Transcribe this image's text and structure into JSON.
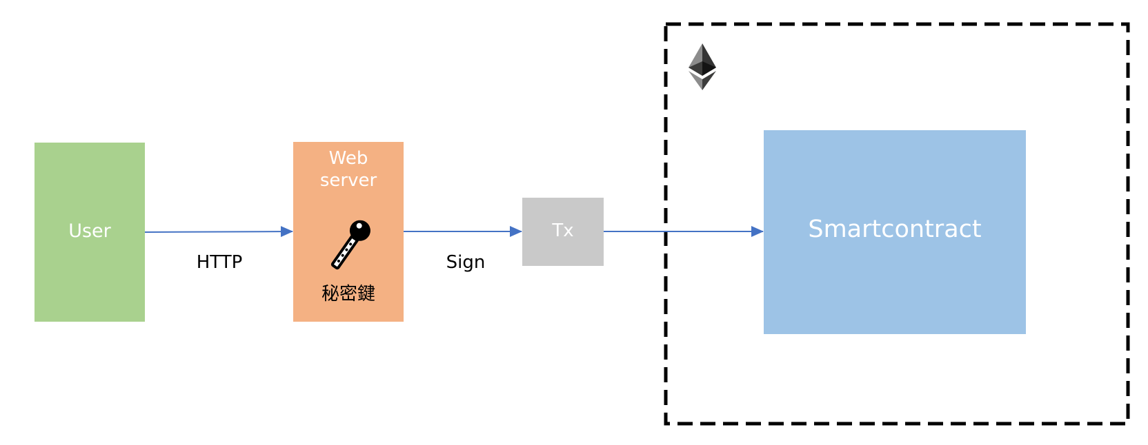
{
  "nodes": {
    "user": {
      "label": "User",
      "color": "#a9d18e"
    },
    "web_server": {
      "label": "Web\nserver",
      "secret_label": "秘密鍵",
      "color": "#f4b183"
    },
    "tx": {
      "label": "Tx",
      "color": "#c9c9c9"
    },
    "smartcontract": {
      "label": "Smartcontract",
      "color": "#9dc3e6"
    }
  },
  "edges": {
    "user_to_web": {
      "label": "HTTP"
    },
    "web_to_tx": {
      "label": "Sign"
    },
    "tx_to_contract": {
      "label": ""
    }
  },
  "colors": {
    "arrow": "#4472c4",
    "boundary": "#000000"
  },
  "icons": {
    "key": "key-icon",
    "network": "ethereum-logo-icon"
  }
}
